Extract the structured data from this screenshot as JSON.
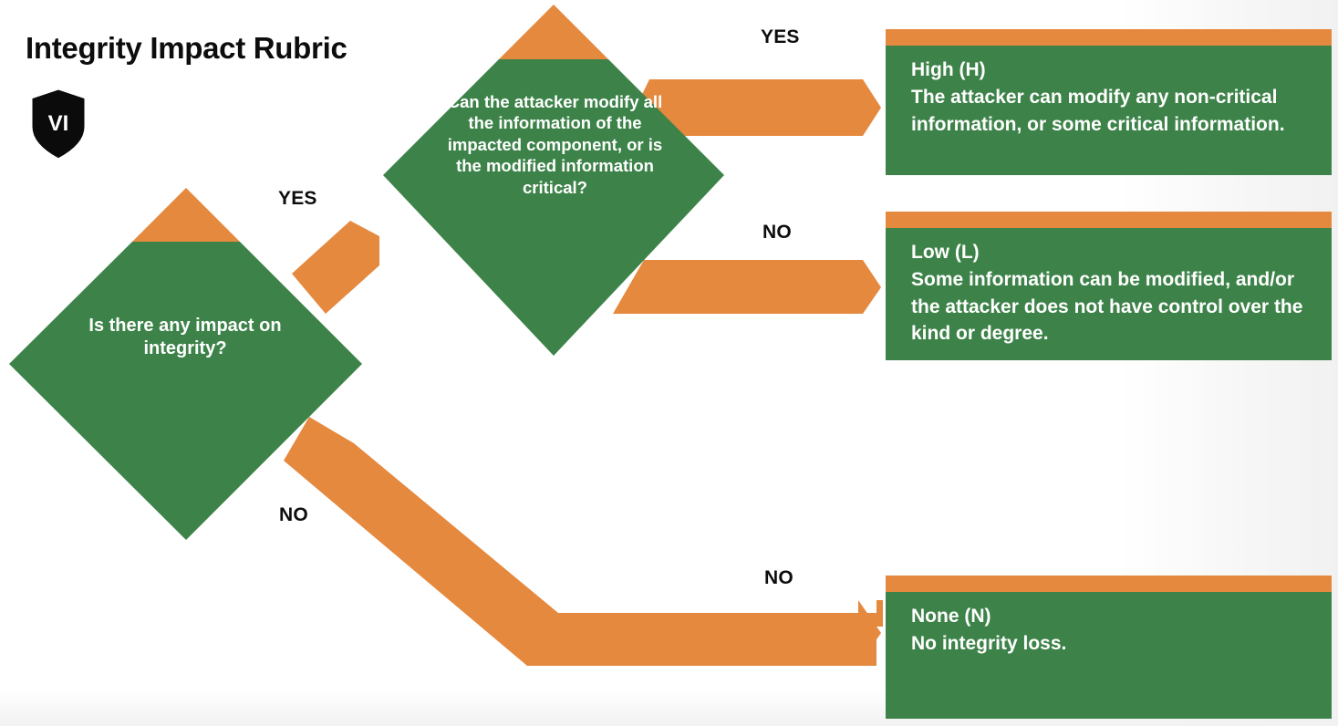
{
  "page": {
    "title": "Integrity Impact Rubric",
    "badge_text": "VI",
    "badge_icon": "shield-icon"
  },
  "colors": {
    "green": "#3d8349",
    "orange": "#e5893f",
    "text_dark": "#0d0d0d",
    "text_light": "#ffffff",
    "background": "#ffffff"
  },
  "chart_data": {
    "type": "diagram",
    "title": "Integrity Impact Rubric",
    "nodes": [
      {
        "id": "q1",
        "shape": "diamond",
        "text": "Is there any impact on integrity?"
      },
      {
        "id": "q2",
        "shape": "diamond",
        "text": "Can the attacker modify all the information of the impacted component, or is the modified information critical?"
      },
      {
        "id": "high",
        "shape": "box",
        "title": "High (H)",
        "desc": "The attacker can modify any non-critical information, or some critical information."
      },
      {
        "id": "low",
        "shape": "box",
        "title": "Low (L)",
        "desc": "Some information can be modified, and/or the attacker does not have control over the kind or degree."
      },
      {
        "id": "none",
        "shape": "box",
        "title": "None (N)",
        "desc": "No integrity loss."
      }
    ],
    "edges": [
      {
        "from": "q1",
        "to": "q2",
        "label": "YES"
      },
      {
        "from": "q1",
        "to": "none",
        "label": "NO"
      },
      {
        "from": "q2",
        "to": "high",
        "label": "YES"
      },
      {
        "from": "q2",
        "to": "low",
        "label": "NO"
      }
    ]
  },
  "decisions": {
    "q1": {
      "text": "Is there any impact on integrity?"
    },
    "q2": {
      "text": "Can the attacker modify all the information of the impacted component, or is the modified information critical?"
    }
  },
  "labels": {
    "yes_1": "YES",
    "no_1": "NO",
    "yes_2": "YES",
    "no_2": "NO",
    "no_3": "NO"
  },
  "outcomes": {
    "high": {
      "title": "High (H)",
      "desc": "The attacker can modify any non-critical information, or some critical information."
    },
    "low": {
      "title": "Low (L)",
      "desc": "Some information can be modified, and/or the attacker does not have control over the kind or degree."
    },
    "none": {
      "title": "None (N)",
      "desc": "No integrity loss."
    }
  }
}
